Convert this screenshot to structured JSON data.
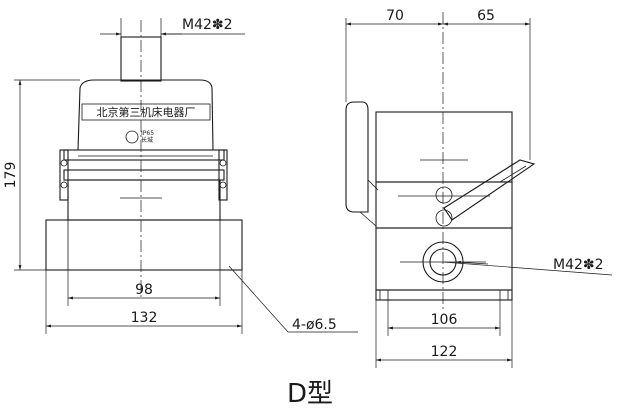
{
  "title": "D型",
  "front_view": {
    "label_plate": "北京第三机床电器厂",
    "ip_badge": "IP65",
    "ip_badge_sub": "长城",
    "dims": {
      "thread": "M42✽2",
      "height": "179",
      "inner_width": "98",
      "outer_width": "132",
      "holes": "4-ø6.5"
    }
  },
  "side_view": {
    "dims": {
      "top_left": "70",
      "top_right": "65",
      "thread": "M42✽2",
      "inner_width": "106",
      "outer_width": "122"
    }
  }
}
